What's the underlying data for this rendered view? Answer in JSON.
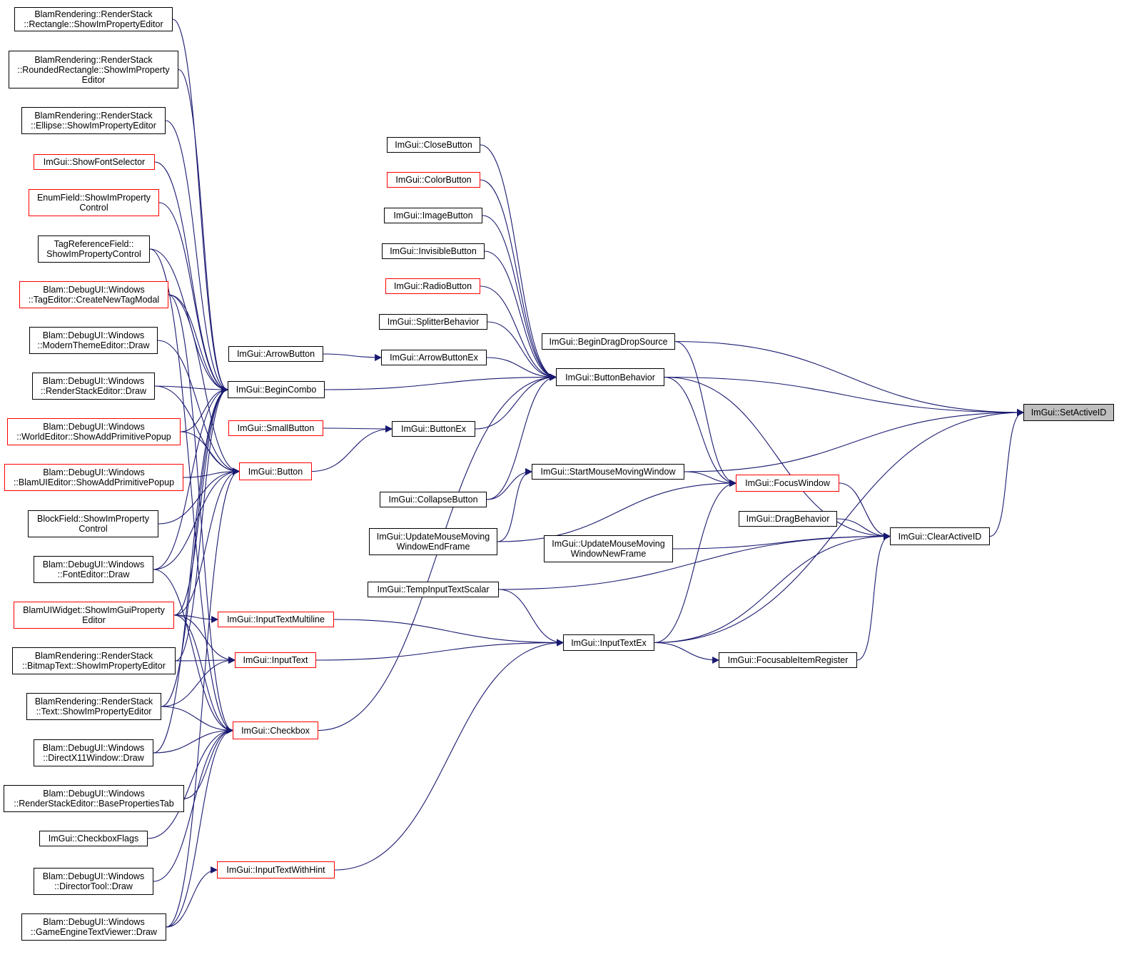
{
  "graph": {
    "edge_color": "#191970",
    "nodes": [
      {
        "id": "n1",
        "lines": [
          "BlamRendering::RenderStack",
          "::Rectangle::ShowImPropertyEditor"
        ]
      },
      {
        "id": "n2",
        "lines": [
          "BlamRendering::RenderStack",
          "::RoundedRectangle::ShowImProperty",
          "Editor"
        ]
      },
      {
        "id": "n3",
        "lines": [
          "BlamRendering::RenderStack",
          "::Ellipse::ShowImPropertyEditor"
        ]
      },
      {
        "id": "n4",
        "lines": [
          "ImGui::ShowFontSelector"
        ],
        "truncated": true
      },
      {
        "id": "n5",
        "lines": [
          "EnumField::ShowImProperty",
          "Control"
        ],
        "truncated": true
      },
      {
        "id": "n6",
        "lines": [
          "TagReferenceField::",
          "ShowImPropertyControl"
        ]
      },
      {
        "id": "n7",
        "lines": [
          "Blam::DebugUI::Windows",
          "::TagEditor::CreateNewTagModal"
        ],
        "truncated": true
      },
      {
        "id": "n8",
        "lines": [
          "Blam::DebugUI::Windows",
          "::ModernThemeEditor::Draw"
        ]
      },
      {
        "id": "n9",
        "lines": [
          "Blam::DebugUI::Windows",
          "::RenderStackEditor::Draw"
        ]
      },
      {
        "id": "n10",
        "lines": [
          "Blam::DebugUI::Windows",
          "::WorldEditor::ShowAddPrimitivePopup"
        ],
        "truncated": true
      },
      {
        "id": "n11",
        "lines": [
          "Blam::DebugUI::Windows",
          "::BlamUIEditor::ShowAddPrimitivePopup"
        ],
        "truncated": true
      },
      {
        "id": "n12",
        "lines": [
          "BlockField::ShowImProperty",
          "Control"
        ]
      },
      {
        "id": "n13",
        "lines": [
          "Blam::DebugUI::Windows",
          "::FontEditor::Draw"
        ]
      },
      {
        "id": "n14",
        "lines": [
          "BlamUIWidget::ShowImGuiProperty",
          "Editor"
        ],
        "truncated": true
      },
      {
        "id": "n15",
        "lines": [
          "BlamRendering::RenderStack",
          "::BitmapText::ShowImPropertyEditor"
        ]
      },
      {
        "id": "n16",
        "lines": [
          "BlamRendering::RenderStack",
          "::Text::ShowImPropertyEditor"
        ]
      },
      {
        "id": "n17",
        "lines": [
          "Blam::DebugUI::Windows",
          "::DirectX11Window::Draw"
        ]
      },
      {
        "id": "n18",
        "lines": [
          "Blam::DebugUI::Windows",
          "::RenderStackEditor::BasePropertiesTab"
        ]
      },
      {
        "id": "n19",
        "lines": [
          "ImGui::CheckboxFlags"
        ]
      },
      {
        "id": "n20",
        "lines": [
          "Blam::DebugUI::Windows",
          "::DirectorTool::Draw"
        ]
      },
      {
        "id": "n21",
        "lines": [
          "Blam::DebugUI::Windows",
          "::GameEngineTextViewer::Draw"
        ]
      },
      {
        "id": "n22",
        "lines": [
          "ImGui::ArrowButton"
        ]
      },
      {
        "id": "n23",
        "lines": [
          "ImGui::BeginCombo"
        ]
      },
      {
        "id": "n24",
        "lines": [
          "ImGui::SmallButton"
        ],
        "truncated": true
      },
      {
        "id": "n25",
        "lines": [
          "ImGui::Button"
        ],
        "truncated": true
      },
      {
        "id": "n26",
        "lines": [
          "ImGui::InputTextMultiline"
        ],
        "truncated": true
      },
      {
        "id": "n27",
        "lines": [
          "ImGui::InputText"
        ],
        "truncated": true
      },
      {
        "id": "n28",
        "lines": [
          "ImGui::Checkbox"
        ],
        "truncated": true
      },
      {
        "id": "n29",
        "lines": [
          "ImGui::InputTextWithHint"
        ],
        "truncated": true
      },
      {
        "id": "n30",
        "lines": [
          "ImGui::CloseButton"
        ]
      },
      {
        "id": "n31",
        "lines": [
          "ImGui::ColorButton"
        ],
        "truncated": true
      },
      {
        "id": "n32",
        "lines": [
          "ImGui::ImageButton"
        ]
      },
      {
        "id": "n33",
        "lines": [
          "ImGui::InvisibleButton"
        ]
      },
      {
        "id": "n34",
        "lines": [
          "ImGui::RadioButton"
        ],
        "truncated": true
      },
      {
        "id": "n35",
        "lines": [
          "ImGui::SplitterBehavior"
        ]
      },
      {
        "id": "n36",
        "lines": [
          "ImGui::ArrowButtonEx"
        ]
      },
      {
        "id": "n37",
        "lines": [
          "ImGui::ButtonEx"
        ]
      },
      {
        "id": "n38",
        "lines": [
          "ImGui::CollapseButton"
        ]
      },
      {
        "id": "n39",
        "lines": [
          "ImGui::UpdateMouseMoving",
          "WindowEndFrame"
        ]
      },
      {
        "id": "n40",
        "lines": [
          "ImGui::TempInputTextScalar"
        ]
      },
      {
        "id": "n41",
        "lines": [
          "ImGui::BeginDragDropSource"
        ]
      },
      {
        "id": "n42",
        "lines": [
          "ImGui::ButtonBehavior"
        ]
      },
      {
        "id": "n43",
        "lines": [
          "ImGui::StartMouseMovingWindow"
        ]
      },
      {
        "id": "n44",
        "lines": [
          "ImGui::UpdateMouseMoving",
          "WindowNewFrame"
        ]
      },
      {
        "id": "n45",
        "lines": [
          "ImGui::InputTextEx"
        ]
      },
      {
        "id": "n46",
        "lines": [
          "ImGui::FocusWindow"
        ],
        "truncated": true
      },
      {
        "id": "n47",
        "lines": [
          "ImGui::DragBehavior"
        ]
      },
      {
        "id": "n48",
        "lines": [
          "ImGui::FocusableItemRegister"
        ]
      },
      {
        "id": "n49",
        "lines": [
          "ImGui::ClearActiveID"
        ]
      },
      {
        "id": "n50",
        "lines": [
          "ImGui::SetActiveID"
        ],
        "focus": true
      }
    ],
    "edges": [
      [
        "n1",
        "n23"
      ],
      [
        "n2",
        "n23"
      ],
      [
        "n3",
        "n23"
      ],
      [
        "n4",
        "n23"
      ],
      [
        "n5",
        "n23"
      ],
      [
        "n6",
        "n23"
      ],
      [
        "n7",
        "n23"
      ],
      [
        "n9",
        "n23"
      ],
      [
        "n10",
        "n23"
      ],
      [
        "n13",
        "n23"
      ],
      [
        "n14",
        "n23"
      ],
      [
        "n15",
        "n23"
      ],
      [
        "n16",
        "n23"
      ],
      [
        "n17",
        "n23"
      ],
      [
        "n7",
        "n25"
      ],
      [
        "n8",
        "n25"
      ],
      [
        "n9",
        "n25"
      ],
      [
        "n10",
        "n25"
      ],
      [
        "n11",
        "n25"
      ],
      [
        "n12",
        "n25"
      ],
      [
        "n13",
        "n25"
      ],
      [
        "n14",
        "n25"
      ],
      [
        "n21",
        "n25"
      ],
      [
        "n14",
        "n26"
      ],
      [
        "n14",
        "n27"
      ],
      [
        "n15",
        "n27"
      ],
      [
        "n16",
        "n27"
      ],
      [
        "n6",
        "n28"
      ],
      [
        "n7",
        "n28"
      ],
      [
        "n13",
        "n28"
      ],
      [
        "n14",
        "n28"
      ],
      [
        "n16",
        "n28"
      ],
      [
        "n17",
        "n28"
      ],
      [
        "n18",
        "n28"
      ],
      [
        "n19",
        "n28"
      ],
      [
        "n20",
        "n28"
      ],
      [
        "n21",
        "n28"
      ],
      [
        "n21",
        "n29"
      ],
      [
        "n22",
        "n36"
      ],
      [
        "n24",
        "n37"
      ],
      [
        "n25",
        "n37"
      ],
      [
        "n30",
        "n42"
      ],
      [
        "n31",
        "n42"
      ],
      [
        "n32",
        "n42"
      ],
      [
        "n33",
        "n42"
      ],
      [
        "n34",
        "n42"
      ],
      [
        "n35",
        "n42"
      ],
      [
        "n36",
        "n42"
      ],
      [
        "n37",
        "n42"
      ],
      [
        "n38",
        "n42"
      ],
      [
        "n23",
        "n42"
      ],
      [
        "n28",
        "n42"
      ],
      [
        "n38",
        "n43"
      ],
      [
        "n39",
        "n43"
      ],
      [
        "n39",
        "n46"
      ],
      [
        "n43",
        "n46"
      ],
      [
        "n41",
        "n46"
      ],
      [
        "n42",
        "n46"
      ],
      [
        "n45",
        "n46"
      ],
      [
        "n40",
        "n45"
      ],
      [
        "n26",
        "n45"
      ],
      [
        "n27",
        "n45"
      ],
      [
        "n29",
        "n45"
      ],
      [
        "n45",
        "n48"
      ],
      [
        "n46",
        "n49"
      ],
      [
        "n47",
        "n49"
      ],
      [
        "n44",
        "n49"
      ],
      [
        "n40",
        "n49"
      ],
      [
        "n45",
        "n49"
      ],
      [
        "n48",
        "n49"
      ],
      [
        "n42",
        "n49"
      ],
      [
        "n41",
        "n50"
      ],
      [
        "n42",
        "n50"
      ],
      [
        "n43",
        "n50"
      ],
      [
        "n49",
        "n50"
      ],
      [
        "n45",
        "n50"
      ]
    ]
  }
}
